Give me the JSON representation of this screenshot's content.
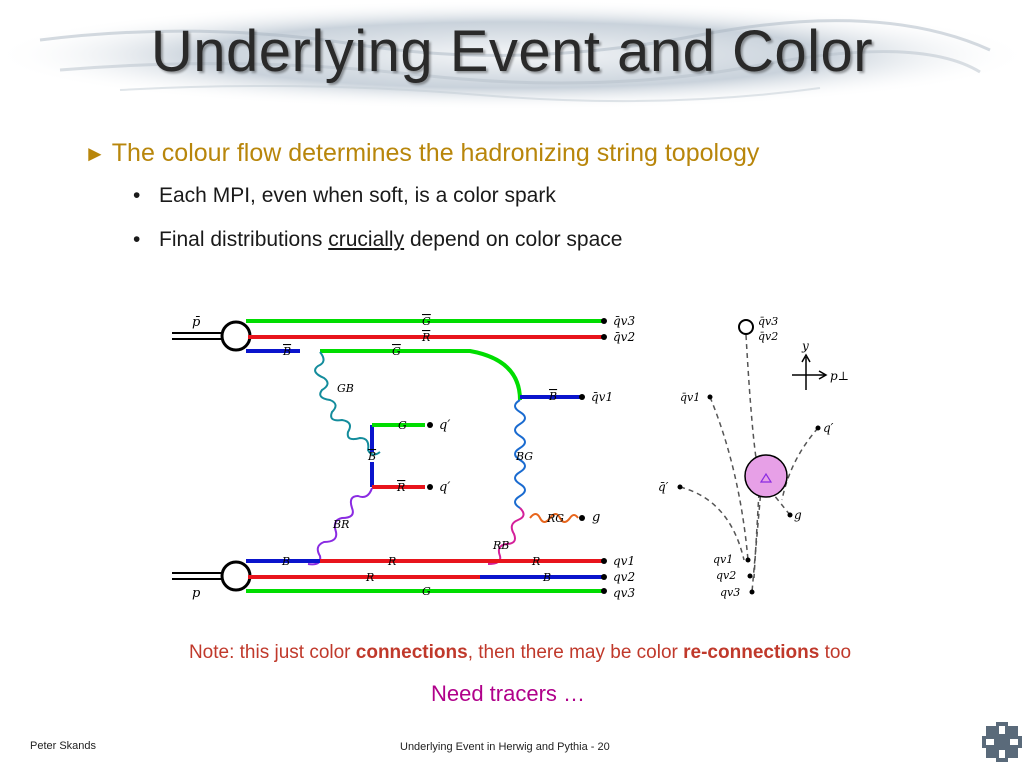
{
  "slide": {
    "title": "Underlying Event and Color",
    "bullets": {
      "l1": "The colour flow determines the hadronizing string topology",
      "l1_marker": "►",
      "l2_marker": "•",
      "l2a": "Each MPI, even when soft, is a color spark",
      "l2b_pre": "Final distributions ",
      "l2b_underlined": "crucially",
      "l2b_post": " depend on color space"
    },
    "note": {
      "pre": "Note: this just color ",
      "bold1": "connections",
      "mid": ", then there may be color ",
      "bold2": "re-connections",
      "post": " too"
    },
    "tracers": "Need tracers …",
    "footer_left": "Peter Skands",
    "footer_center": "Underlying Event in Herwig and Pythia - 20"
  },
  "diagram_left": {
    "labels": {
      "pbar": "p̄",
      "p": "p",
      "Gbar_top": "G",
      "Rbar_top": "R",
      "Bbar_left": "B",
      "Gbar_mid": "G",
      "GBbar": "GB",
      "Bbar_right": "B",
      "G_prime": "G",
      "Bbar_vert": "B",
      "Rbar_q": "R",
      "BRbar": "BR",
      "BGbar": "BG",
      "RGbar": "RG",
      "RBbar": "RB",
      "B_bot": "B",
      "R_bot1": "R",
      "R_bot1b": "R",
      "R_bot2": "R",
      "B_bot2": "B",
      "G_bot": "G",
      "qv3_top": "q̄v3",
      "qv2_top": "q̄v2",
      "qv1_top": "q̄v1",
      "q_prime_1": "q′",
      "q_prime_2": "q′",
      "g": "g",
      "qv1_bot": "qv1",
      "qv2_bot": "qv2",
      "qv3_bot": "qv3"
    }
  },
  "diagram_right": {
    "labels": {
      "qv3_top": "q̄v3",
      "qv2_top": "q̄v2",
      "y_axis": "y",
      "pt_axis": "p⊥",
      "qv1_bar": "q̄v1",
      "q_prime_right": "q′",
      "qbar_prime": "q̄′",
      "g": "g",
      "qv1": "qv1",
      "qv2": "qv2",
      "qv3": "qv3"
    }
  },
  "colors": {
    "title_text": "#2a2a2a",
    "bullet_l1": "#b8860b",
    "note": "#c0392b",
    "tracers": "#b0008a",
    "green_line": "#00dd00",
    "red_line": "#e8141c",
    "blue_line": "#0a14cc",
    "gluon_teal": "#138c9c",
    "gluon_blue": "#1a6bd0",
    "gluon_purple": "#8a2be2",
    "gluon_magenta": "#d4209a",
    "blob_fill": "#e7a0e7"
  }
}
